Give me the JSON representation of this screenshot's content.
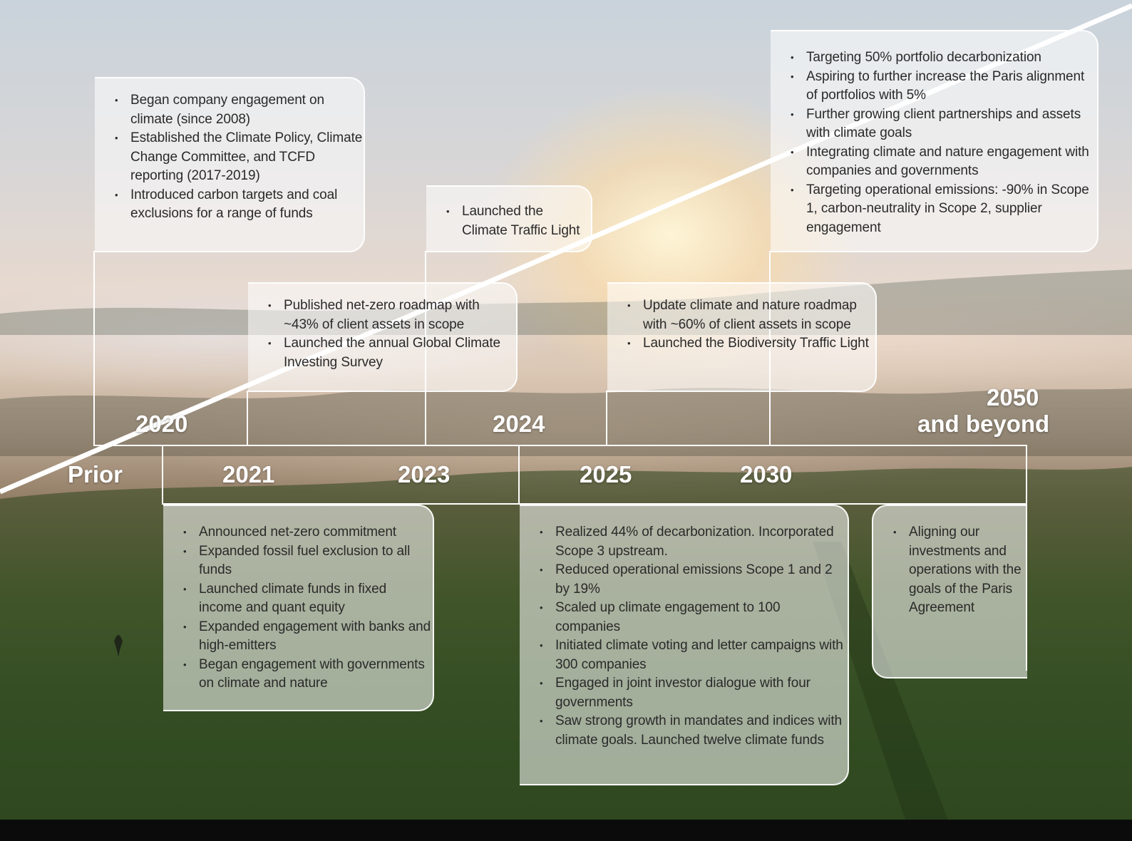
{
  "timeline": {
    "labels": {
      "prior": "Prior",
      "y2020": "2020",
      "y2021": "2021",
      "y2023": "2023",
      "y2024": "2024",
      "y2025": "2025",
      "y2030": "2030",
      "y2050_line1": "2050",
      "y2050_line2": "and beyond"
    },
    "prior": [
      "Began company engagement on climate (since 2008)",
      "Established the Climate Policy, Climate Change Committee, and TCFD reporting (2017-2019)",
      "Introduced carbon targets and coal exclusions for a range of funds"
    ],
    "y2020": [
      "Published net-zero roadmap with ~43% of client assets in scope",
      "Launched the annual Global Climate Investing Survey"
    ],
    "y2023": [
      "Launched the Climate Traffic Light"
    ],
    "y2024": [
      "Update climate and nature roadmap with ~60% of client assets in scope",
      "Launched the Biodiversity Traffic Light"
    ],
    "y2030": [
      "Targeting 50% portfolio decarbonization",
      "Aspiring to further increase the Paris alignment of portfolios with 5%",
      "Further growing client partnerships and assets with climate goals",
      "Integrating climate and nature engagement with companies and governments",
      "Targeting operational emissions: -90% in Scope 1, carbon-neutrality in Scope 2, supplier engagement"
    ],
    "y2021": [
      "Announced net-zero commitment",
      "Expanded fossil fuel exclusion to all funds",
      "Launched climate funds in fixed income and quant equity",
      "Expanded engagement with banks and high-emitters",
      "Began engagement with governments on climate and nature"
    ],
    "y2025": [
      "Realized 44% of decarbonization. Incorporated Scope 3 upstream.",
      "Reduced operational emissions Scope 1 and 2 by 19%",
      "Scaled up climate engagement to 100 companies",
      "Initiated climate voting and letter campaigns with 300 companies",
      "Engaged in joint investor dialogue with four governments",
      "Saw strong growth in mandates and indices with climate goals. Launched twelve climate funds"
    ],
    "y2050": [
      "Aligning our investments and operations with the goals of the Paris Agreement"
    ]
  }
}
